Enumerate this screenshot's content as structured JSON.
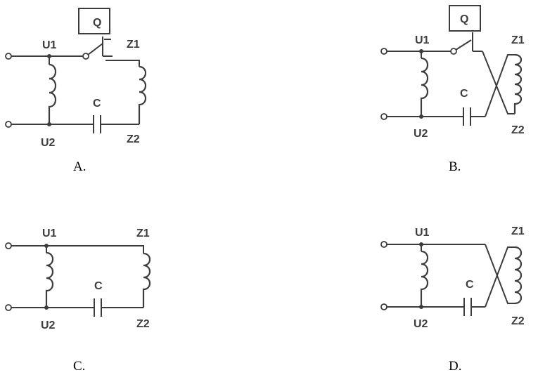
{
  "labels": {
    "u1": "U1",
    "u2": "U2",
    "z1": "Z1",
    "z2": "Z2",
    "cap": "C",
    "switch": "Q"
  },
  "captions": {
    "a": "A.",
    "b": "B.",
    "c": "C.",
    "d": "D."
  }
}
